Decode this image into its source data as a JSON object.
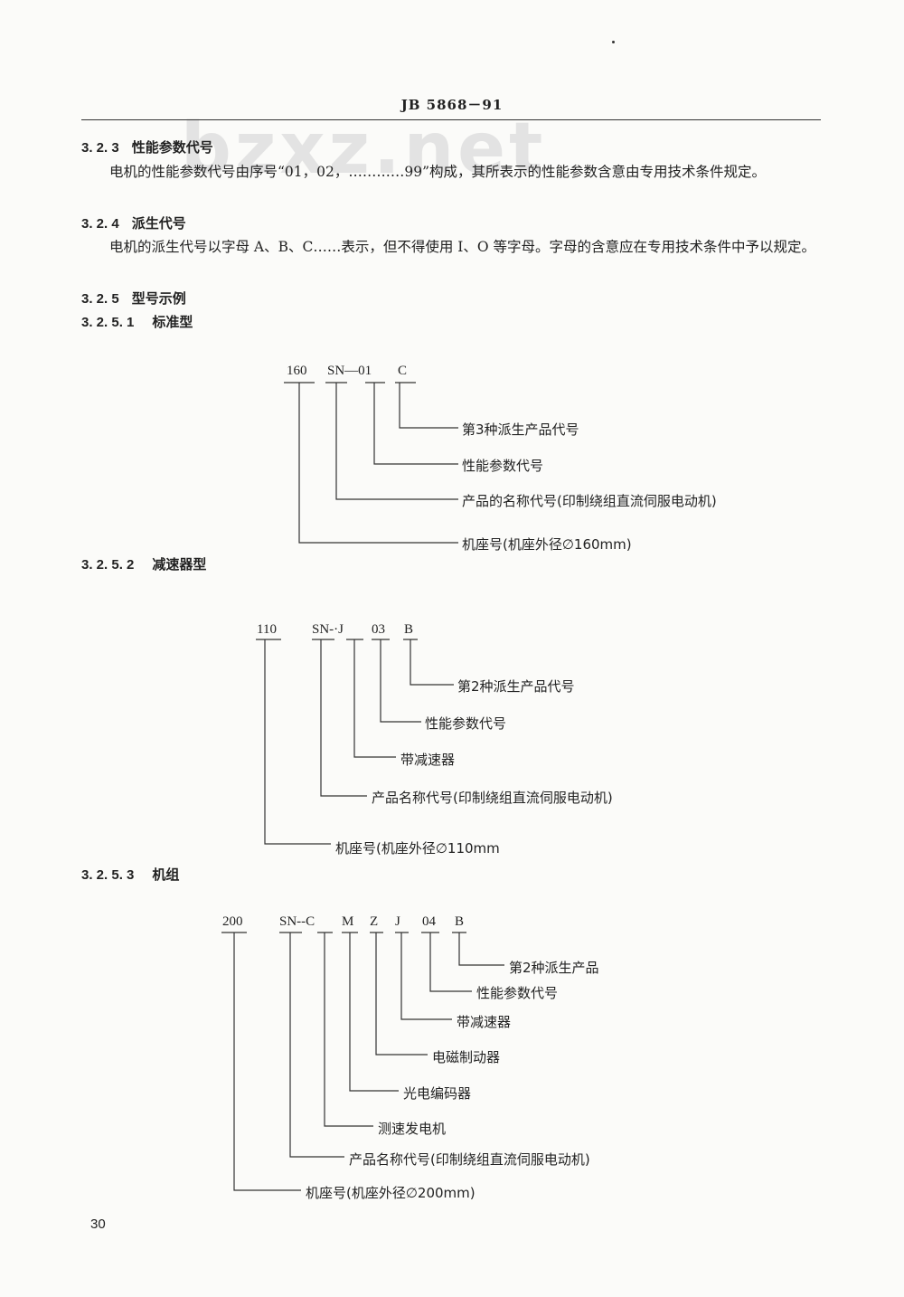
{
  "header": {
    "title": "JB  5868－91"
  },
  "watermark": {
    "text": "bzxz.net"
  },
  "sections": {
    "s323": {
      "number": "3. 2. 3",
      "title": "性能参数代号",
      "para": "电机的性能参数代号由序号“01，02，…………99”构成，其所表示的性能参数含意由专用技术条件规定。"
    },
    "s324": {
      "number": "3. 2. 4",
      "title": "派生代号",
      "para": "电机的派生代号以字母 A、B、C……表示，但不得使用 I、O 等字母。字母的含意应在专用技术条件中予以规定。"
    },
    "s325": {
      "number": "3. 2. 5",
      "title": "型号示例"
    },
    "s3251": {
      "number": "3. 2. 5. 1",
      "title": "标准型"
    },
    "s3252": {
      "number": "3. 2. 5. 2",
      "title": "减速器型"
    },
    "s3253": {
      "number": "3. 2. 5. 3",
      "title": "机组"
    }
  },
  "diagram1": {
    "codes": [
      "160",
      "SN—01",
      "C"
    ],
    "labels": [
      "第3种派生产品代号",
      "性能参数代号",
      "产品的名称代号(印制绕组直流伺服电动机)",
      "机座号(机座外径∅160mm)"
    ]
  },
  "diagram2": {
    "codes": [
      "110",
      "SN-·J",
      "03",
      "B"
    ],
    "labels": [
      "第2种派生产品代号",
      "性能参数代号",
      "带减速器",
      "产品名称代号(印制绕组直流伺服电动机)",
      "机座号(机座外径∅110mm"
    ]
  },
  "diagram3": {
    "codes": [
      "200",
      "SN--C",
      "M",
      "Z",
      "J",
      "04",
      "B"
    ],
    "labels": [
      "第2种派生产品",
      "性能参数代号",
      "带减速器",
      "电磁制动器",
      "光电编码器",
      "测速发电机",
      "产品名称代号(印制绕组直流伺服电动机)",
      "机座号(机座外径∅200mm)"
    ]
  },
  "footer": {
    "page_number": "30"
  }
}
